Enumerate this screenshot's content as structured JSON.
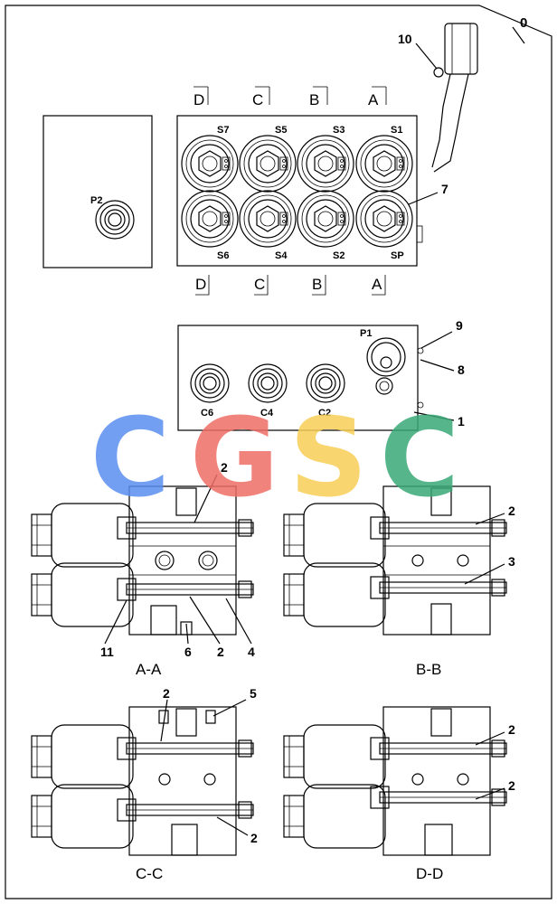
{
  "sheet": {
    "page_number": "0"
  },
  "section_marks": {
    "top": [
      "D",
      "C",
      "B",
      "A"
    ],
    "bottom": [
      "D",
      "C",
      "B",
      "A"
    ]
  },
  "solenoid_labels": {
    "row1": [
      "S7",
      "S5",
      "S3",
      "S1"
    ],
    "row2": [
      "S6",
      "S4",
      "S2",
      "SP"
    ]
  },
  "ports": {
    "p2": "P2",
    "p1": "P1",
    "c6": "C6",
    "c4": "C4",
    "c2": "C2"
  },
  "callouts": {
    "n1": "1",
    "n2": "2",
    "n3": "3",
    "n4": "4",
    "n5": "5",
    "n6": "6",
    "n7": "7",
    "n8": "8",
    "n9": "9",
    "n10": "10",
    "n11": "11"
  },
  "section_titles": {
    "aa": "A-A",
    "bb": "B-B",
    "cc": "C-C",
    "dd": "D-D"
  },
  "watermark": {
    "letters": [
      "C",
      "G",
      "S",
      "C"
    ],
    "colors": [
      "#5b8ff0",
      "#ee6f67",
      "#f7ce56",
      "#3aa977"
    ]
  }
}
